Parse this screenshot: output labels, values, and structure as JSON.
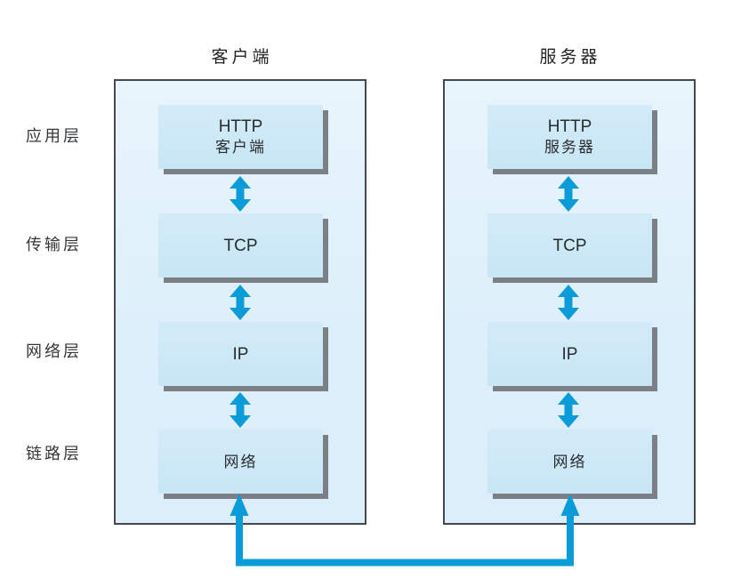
{
  "colors": {
    "accent_blue": "#0a9cd9",
    "panel_fill": "#ddeffa",
    "panel_border": "#45494e",
    "box_fill": "#c8e6f5",
    "box_shadow": "#7a8086",
    "text_dark": "#2a2c2e",
    "background": "#ffffff"
  },
  "layer_labels": [
    {
      "label": "应用层"
    },
    {
      "label": "传输层"
    },
    {
      "label": "网络层"
    },
    {
      "label": "链路层"
    }
  ],
  "columns": [
    {
      "title": "客户端",
      "boxes": [
        {
          "lines": [
            "HTTP",
            "客户端"
          ]
        },
        {
          "lines": [
            "TCP"
          ]
        },
        {
          "lines": [
            "IP"
          ]
        },
        {
          "lines": [
            "网络"
          ]
        }
      ]
    },
    {
      "title": "服务器",
      "boxes": [
        {
          "lines": [
            "HTTP",
            "服务器"
          ]
        },
        {
          "lines": [
            "TCP"
          ]
        },
        {
          "lines": [
            "IP"
          ]
        },
        {
          "lines": [
            "网络"
          ]
        }
      ]
    }
  ],
  "icons": {
    "double_arrow": "vertical double-headed arrow",
    "connection_line": "U-shaped connection line with up arrowheads"
  }
}
